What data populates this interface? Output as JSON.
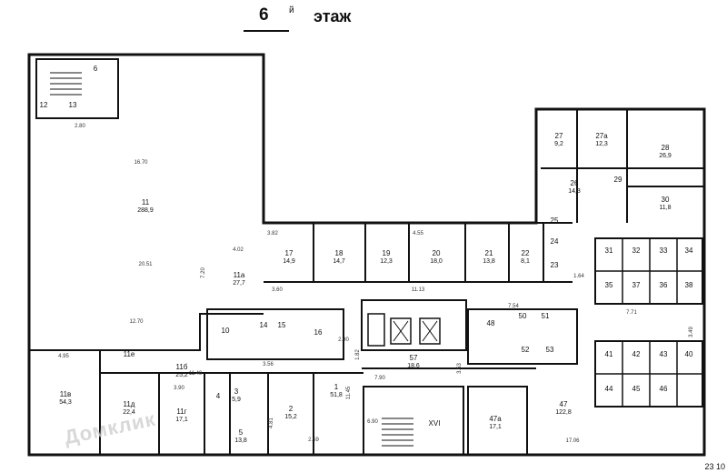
{
  "header": {
    "floor_number": "6",
    "floor_suffix": "й",
    "floor_word": "этаж"
  },
  "corner_code": "23 10",
  "watermark": "Домклик",
  "rooms": [
    {
      "id": "r11",
      "number": "11",
      "area": "288,9"
    },
    {
      "id": "r11a",
      "number": "11а",
      "area": "27,7"
    },
    {
      "id": "r17",
      "number": "17",
      "area": "14,9"
    },
    {
      "id": "r18",
      "number": "18",
      "area": "14,7"
    },
    {
      "id": "r19",
      "number": "19",
      "area": "12,3"
    },
    {
      "id": "r20",
      "number": "20",
      "area": "18,0"
    },
    {
      "id": "r21",
      "number": "21",
      "area": "13,8"
    },
    {
      "id": "r22",
      "number": "22",
      "area": "8,1"
    },
    {
      "id": "r23",
      "number": "23",
      "area": ""
    },
    {
      "id": "r24",
      "number": "24",
      "area": ""
    },
    {
      "id": "r25",
      "number": "25",
      "area": ""
    },
    {
      "id": "r26",
      "number": "26",
      "area": "14,3"
    },
    {
      "id": "r27",
      "number": "27",
      "area": "9,2"
    },
    {
      "id": "r27a",
      "number": "27а",
      "area": "12,3"
    },
    {
      "id": "r28",
      "number": "28",
      "area": "26,9"
    },
    {
      "id": "r29",
      "number": "29",
      "area": ""
    },
    {
      "id": "r30",
      "number": "30",
      "area": "11,8"
    },
    {
      "id": "r31",
      "number": "31",
      "area": ""
    },
    {
      "id": "r32",
      "number": "32",
      "area": ""
    },
    {
      "id": "r33",
      "number": "33",
      "area": ""
    },
    {
      "id": "r34",
      "number": "34",
      "area": ""
    },
    {
      "id": "r35",
      "number": "35",
      "area": ""
    },
    {
      "id": "r36",
      "number": "36",
      "area": ""
    },
    {
      "id": "r37",
      "number": "37",
      "area": ""
    },
    {
      "id": "r38",
      "number": "38",
      "area": ""
    },
    {
      "id": "r40",
      "number": "40",
      "area": ""
    },
    {
      "id": "r41",
      "number": "41",
      "area": ""
    },
    {
      "id": "r42",
      "number": "42",
      "area": ""
    },
    {
      "id": "r43",
      "number": "43",
      "area": ""
    },
    {
      "id": "r44",
      "number": "44",
      "area": ""
    },
    {
      "id": "r45",
      "number": "45",
      "area": ""
    },
    {
      "id": "r46",
      "number": "46",
      "area": ""
    },
    {
      "id": "r47",
      "number": "47",
      "area": "122,8"
    },
    {
      "id": "r47a",
      "number": "47а",
      "area": "17,1"
    },
    {
      "id": "r48",
      "number": "48",
      "area": ""
    },
    {
      "id": "r57",
      "number": "57",
      "area": "18,6"
    },
    {
      "id": "r1",
      "number": "1",
      "area": "51,8"
    },
    {
      "id": "r2",
      "number": "2",
      "area": "15,2"
    },
    {
      "id": "r3",
      "number": "3",
      "area": "5,9"
    },
    {
      "id": "r4",
      "number": "4",
      "area": ""
    },
    {
      "id": "r5",
      "number": "5",
      "area": "13,8"
    },
    {
      "id": "r10",
      "number": "10",
      "area": ""
    },
    {
      "id": "r11b",
      "number": "11б",
      "area": "25,2"
    },
    {
      "id": "r11v",
      "number": "11в",
      "area": "54,3"
    },
    {
      "id": "r11g",
      "number": "11г",
      "area": "17,1"
    },
    {
      "id": "r11d",
      "number": "11д",
      "area": "22,4"
    },
    {
      "id": "r11e",
      "number": "11е",
      "area": ""
    },
    {
      "id": "r12",
      "number": "12",
      "area": ""
    },
    {
      "id": "r13",
      "number": "13",
      "area": ""
    },
    {
      "id": "r14",
      "number": "14",
      "area": ""
    },
    {
      "id": "r15",
      "number": "15",
      "area": ""
    },
    {
      "id": "r16",
      "number": "16",
      "area": ""
    },
    {
      "id": "r6",
      "number": "6",
      "area": ""
    },
    {
      "id": "rXVI",
      "number": "XVI",
      "area": ""
    },
    {
      "id": "r50",
      "number": "50",
      "area": ""
    },
    {
      "id": "r51",
      "number": "51",
      "area": ""
    },
    {
      "id": "r52",
      "number": "52",
      "area": ""
    },
    {
      "id": "r53",
      "number": "53",
      "area": ""
    }
  ],
  "dimensions": [
    "2.80",
    "16.70",
    "20.51",
    "12.70",
    "4.95",
    "4.02",
    "7.20",
    "3.60",
    "11.40",
    "3.90",
    "1.82",
    "11.45",
    "7.90",
    "3.53",
    "11.13",
    "7.54",
    "1.64",
    "7.71",
    "3.49",
    "17.06",
    "3.56",
    "4.81",
    "6.90",
    "2.90",
    "2.59",
    "3.82",
    "4.55"
  ]
}
